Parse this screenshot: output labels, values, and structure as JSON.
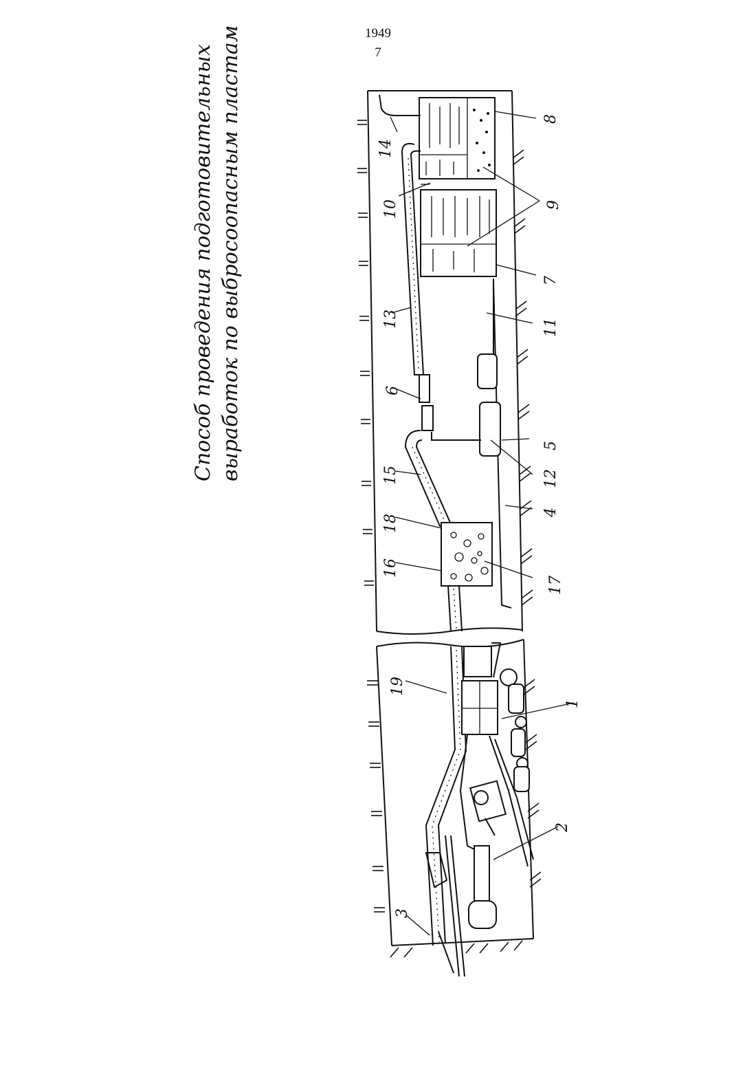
{
  "header": {
    "doc_number": "1949",
    "sheet_number": "7"
  },
  "title": {
    "line1": "Способ проведения подготовительных",
    "line2": "выработок по выбросоопасным пластам"
  },
  "labels": {
    "l1": "1",
    "l2": "2",
    "l3": "3",
    "l4": "4",
    "l5": "5",
    "l6": "6",
    "l7": "7",
    "l8": "8",
    "l9": "9",
    "l10": "10",
    "l11": "11",
    "l12": "12",
    "l13": "13",
    "l14": "14",
    "l15": "15",
    "l16": "16",
    "l17": "17",
    "l18": "18",
    "l19": "19"
  }
}
